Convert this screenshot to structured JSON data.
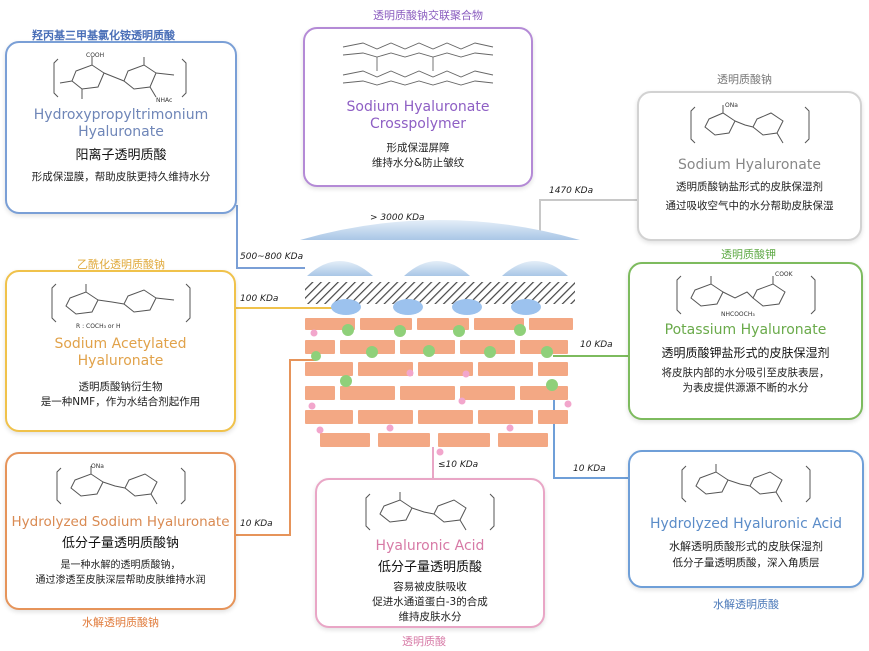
{
  "cards": {
    "hpta": {
      "caption": "羟丙基三甲基氯化铵透明质酸",
      "en_title": "Hydroxypropyltrimonium Hyaluronate",
      "zh_title": "阳离子透明质酸",
      "desc": "形成保湿膜，帮助皮肤更持久维持水分",
      "color": "#7a9fd6"
    },
    "crosspolymer": {
      "caption": "透明质酸钠交联聚合物",
      "en_title": "Sodium Hyaluronate Crosspolymer",
      "desc1": "形成保湿屏障",
      "desc2": "维持水分&防止皱纹",
      "color": "#b48ad6"
    },
    "sodium_ha": {
      "caption": "透明质酸钠",
      "en_title": "Sodium Hyaluronate",
      "desc1": "透明质酸钠盐形式的皮肤保湿剂",
      "desc2": "通过吸收空气中的水分帮助皮肤保湿",
      "color": "#cfcfcf"
    },
    "acetylated": {
      "caption": "乙酰化透明质酸钠",
      "en_title": "Sodium Acetylated Hyaluronate",
      "desc1": "透明质酸钠衍生物",
      "desc2": "是一种NMF，作为水结合剂起作用",
      "color": "#f0c24b"
    },
    "potassium": {
      "caption": "透明质酸钾",
      "en_title": "Potassium Hyaluronate",
      "desc1": "透明质酸钾盐形式的皮肤保湿剂",
      "desc2": "将皮肤内部的水分吸引至皮肤表层，",
      "desc3": "为表皮提供源源不断的水分",
      "color": "#7dbb5e"
    },
    "hydrolyzed_sodium": {
      "caption": "水解透明质酸钠",
      "en_title": "Hydrolyzed Sodium Hyaluronate",
      "zh_title": "低分子量透明质酸钠",
      "desc1": "是一种水解的透明质酸钠，",
      "desc2": "通过渗透至皮肤深层帮助皮肤维持水润",
      "color": "#e6945a"
    },
    "hyaluronic": {
      "caption": "透明质酸",
      "en_title": "Hyaluronic Acid",
      "zh_title": "低分子量透明质酸",
      "desc1": "容易被皮肤吸收",
      "desc2": "促进水通道蛋白-3的合成",
      "desc3": "维持皮肤水分",
      "color": "#e9a6c6"
    },
    "hydrolyzed_ha": {
      "caption": "水解透明质酸",
      "en_title": "Hydrolyzed Hyaluronic Acid",
      "desc1": "水解透明质酸形式的皮肤保湿剂",
      "desc2": "低分子量透明质酸，深入角质层",
      "color": "#6f9fd8"
    }
  },
  "kda": {
    "gt3000": "> 3000 KDa",
    "k1470": "1470 KDa",
    "k500_800": "500~800 KDa",
    "k100": "100 KDa",
    "k10_potassium": "10 KDa",
    "k10_hydrolyzed_sodium": "10 KDa",
    "le10": "≤10 KDa",
    "k10_hydrolyzed_ha": "10 KDa"
  },
  "molecule_labels": {
    "hpta_cooh": "COOH",
    "hpta_nhac": "NHAc",
    "acetylated_r": "R : COCH₃ or H",
    "potassium_cooh": "COOK",
    "potassium_nhcooch3": "NHCOOCH₃",
    "sodium_ona": "ONa"
  }
}
